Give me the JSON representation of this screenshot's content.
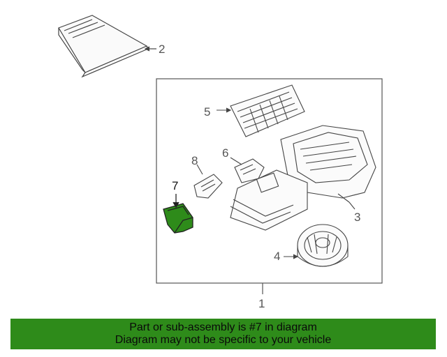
{
  "callouts": {
    "c1": "1",
    "c2": "2",
    "c3": "3",
    "c4": "4",
    "c5": "5",
    "c6": "6",
    "c7": "7",
    "c8": "8"
  },
  "banner": {
    "line1": "Part or sub-assembly is #7 in diagram",
    "line2": "Diagram may not be specific to your vehicle"
  },
  "colors": {
    "highlight": "#2e8b1a",
    "linework": "#444444"
  }
}
